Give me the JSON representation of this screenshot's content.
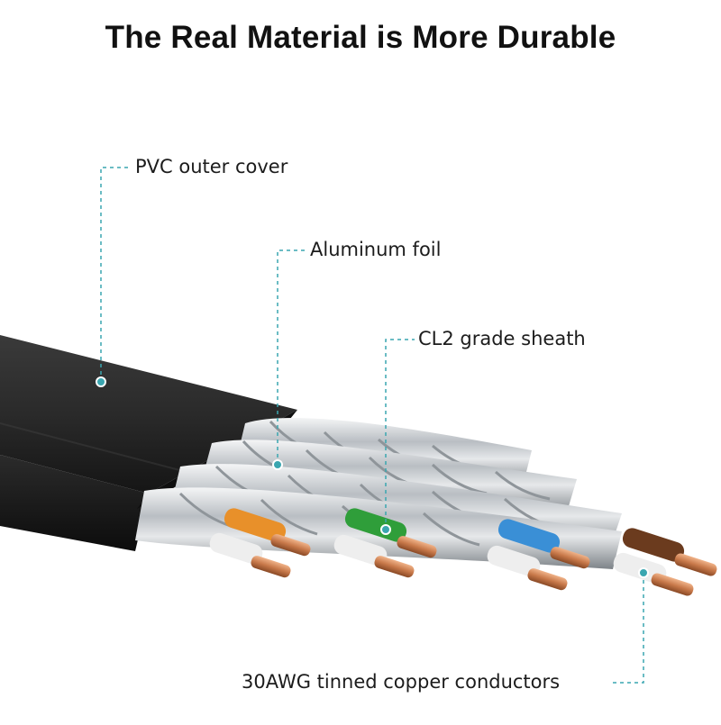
{
  "title": "The Real Material is More Durable",
  "callouts": {
    "pvc": "PVC outer cover",
    "foil": "Aluminum foil",
    "sheath": "CL2 grade sheath",
    "conductors": "30AWG tinned copper conductors"
  },
  "colors": {
    "callout_line": "#3aa6b0",
    "jacket": "#1e1e1e",
    "shield": "#c8ccd0",
    "copper": "#c8794a",
    "pair_colors": [
      "#e8902a",
      "#2f9e3a",
      "#3a8fd6",
      "#6b3b1e"
    ]
  }
}
